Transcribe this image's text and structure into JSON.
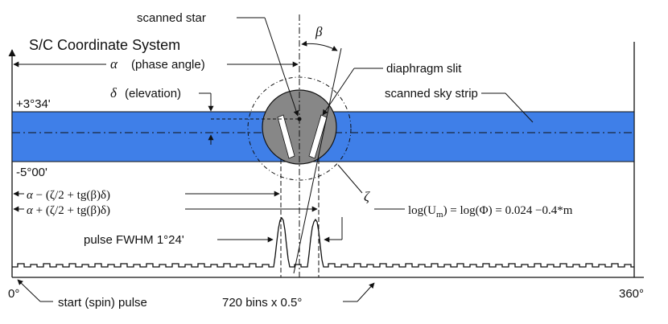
{
  "diagram": {
    "title": "S/C Coordinate System",
    "labels": {
      "scanned_star": "scanned star",
      "beta": "β",
      "alpha": "α",
      "phase_angle": "(phase angle)",
      "delta": "δ",
      "elevation": "(elevation)",
      "diaphragm_slit": "diaphragm slit",
      "scanned_sky_strip": "scanned sky strip",
      "upper_bound": "+3°34'",
      "lower_bound": "-5°00'",
      "zeta": "ζ",
      "pulse_fwhm": "pulse FWHM  1°24'",
      "axis_start": "0°",
      "axis_end": "360°",
      "start_pulse": "start (spin) pulse",
      "bins": "720 bins x 0.5°"
    },
    "equations": {
      "minus_alpha": "α",
      "minus_rest": " − (ζ/2 + tg(β)δ)",
      "plus_alpha": "α",
      "plus_rest": " + (ζ/2 + tg(β)δ)",
      "log_pre": "log(U",
      "log_sub": "m",
      "log_post": ") = log(Φ) = 0.024 −0.4*m"
    },
    "colors": {
      "sky_strip": "#3f7fe8",
      "aperture_disc": "#878787",
      "line": "#111111"
    }
  }
}
